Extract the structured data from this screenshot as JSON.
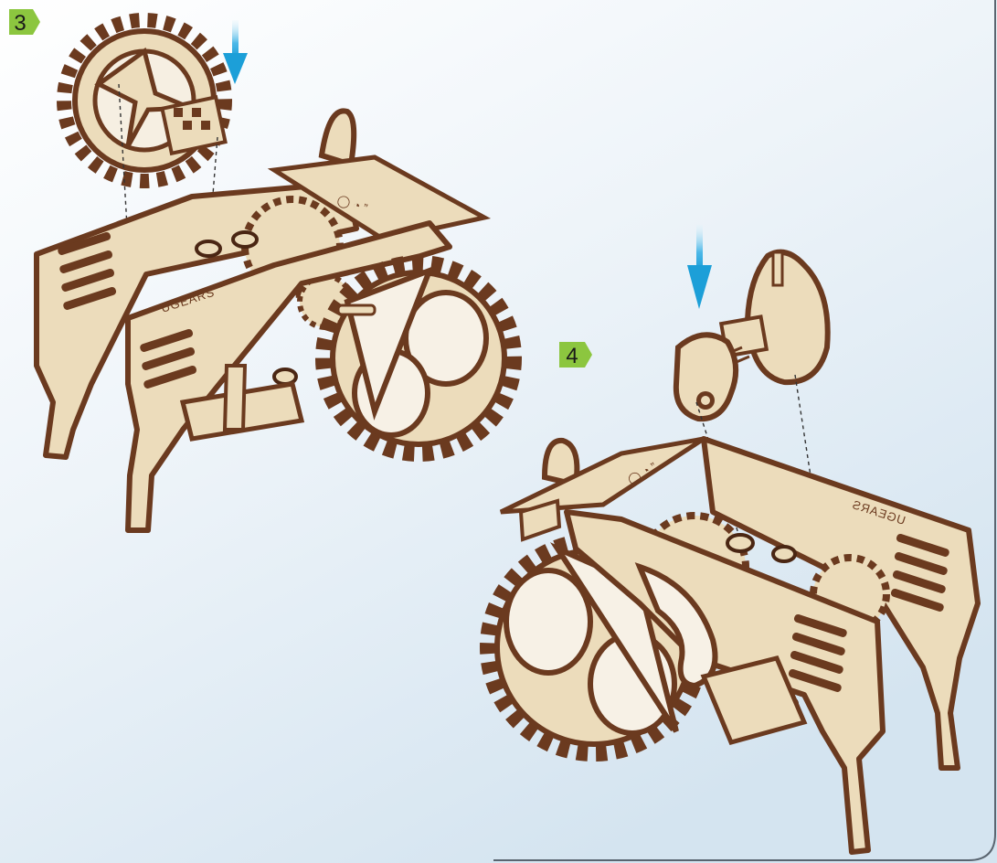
{
  "steps": [
    {
      "number": "3"
    },
    {
      "number": "4"
    }
  ],
  "engravings": {
    "brand_front": "UGEARS",
    "brand_mirrored": "UGEARS"
  },
  "colors": {
    "wood_face": "#ecdcbb",
    "wood_edge": "#6b3a1f",
    "wood_dark": "#4a2613",
    "arrow": "#2aa9e0",
    "badge": "#8cc63f",
    "badge_text": "#1a1a1a",
    "background_top": "#ffffff",
    "background_bottom": "#d8e8f3",
    "frame": "#5a6570"
  },
  "icons": {
    "arrow": "arrow-down-icon",
    "badge": "step-badge-icon"
  }
}
